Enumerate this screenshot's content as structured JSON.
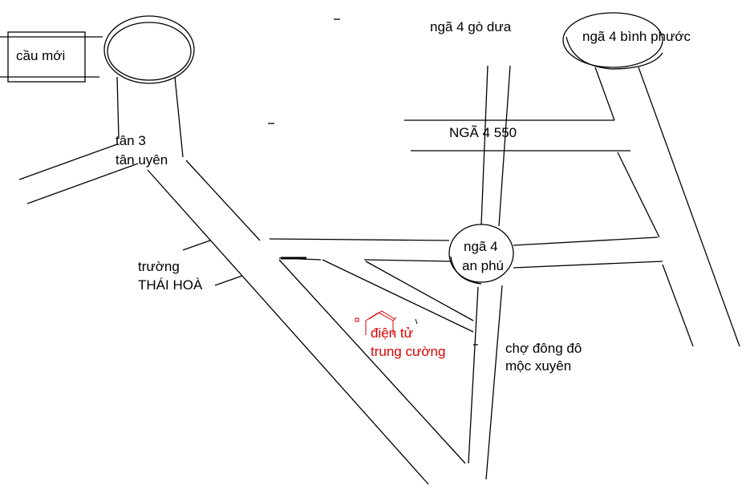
{
  "labels": {
    "cau_moi": "cầu mới",
    "nga4_go_dua": "ngã 4 gò dưa",
    "nga4_binh_phuoc": "ngã 4 bình phước",
    "nga4_550": "NGÃ 4 550",
    "tan3_line1": "tân 3",
    "tan3_line2": "tân uyên",
    "truong_line1": "trường",
    "truong_line2": "THÁI HOÀ",
    "nga4_an_phu_line1": "ngã 4",
    "nga4_an_phu_line2": "an phú",
    "dien_tu_line1": "điện tử",
    "dien_tu_line2": "trung cường",
    "cho_line1": "chợ đông đô",
    "cho_line2": "mộc xuyên"
  },
  "colors": {
    "line": "#000000",
    "highlight": "#e00000",
    "background": "#ffffff"
  }
}
